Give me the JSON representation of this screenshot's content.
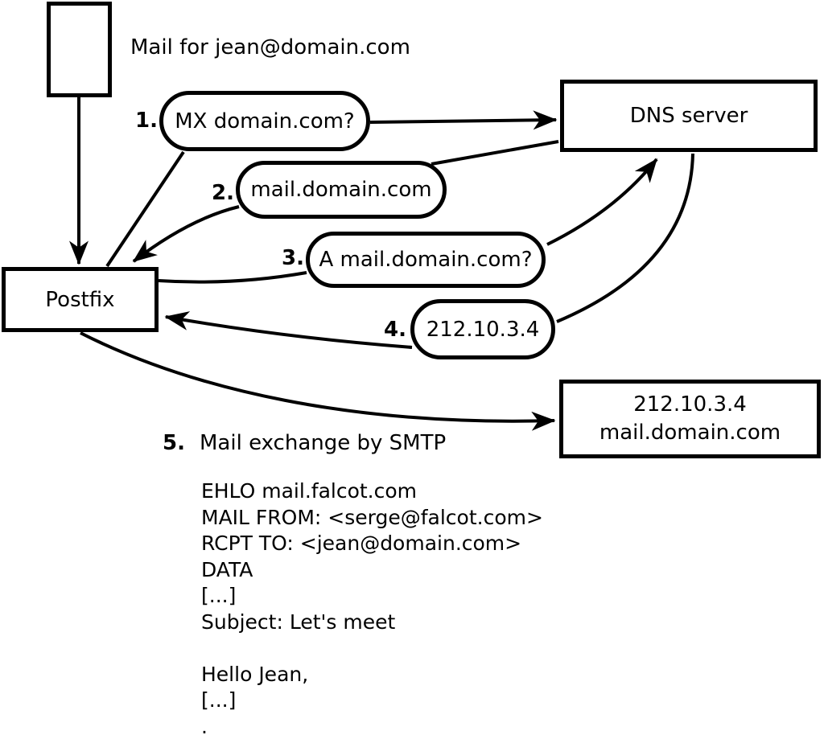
{
  "diagram": {
    "title": "Mail for jean@domain.com",
    "nodes": {
      "postfix": {
        "label": "Postfix"
      },
      "dns": {
        "label": "DNS server"
      },
      "target": {
        "line1": "212.10.3.4",
        "line2": "mail.domain.com"
      }
    },
    "steps": [
      {
        "num": "1.",
        "label": "MX domain.com?"
      },
      {
        "num": "2.",
        "label": "mail.domain.com"
      },
      {
        "num": "3.",
        "label": "A mail.domain.com?"
      },
      {
        "num": "4.",
        "label": "212.10.3.4"
      },
      {
        "num": "5.",
        "label": "Mail exchange by SMTP"
      }
    ],
    "smtp_session": [
      "EHLO mail.falcot.com",
      "MAIL FROM: <serge@falcot.com>",
      "RCPT TO: <jean@domain.com>",
      "DATA",
      "[...]",
      "Subject: Let's meet",
      "",
      "Hello Jean,",
      "[...]",
      "."
    ],
    "colors": {
      "ink": "#000000",
      "background": "#ffffff"
    }
  }
}
